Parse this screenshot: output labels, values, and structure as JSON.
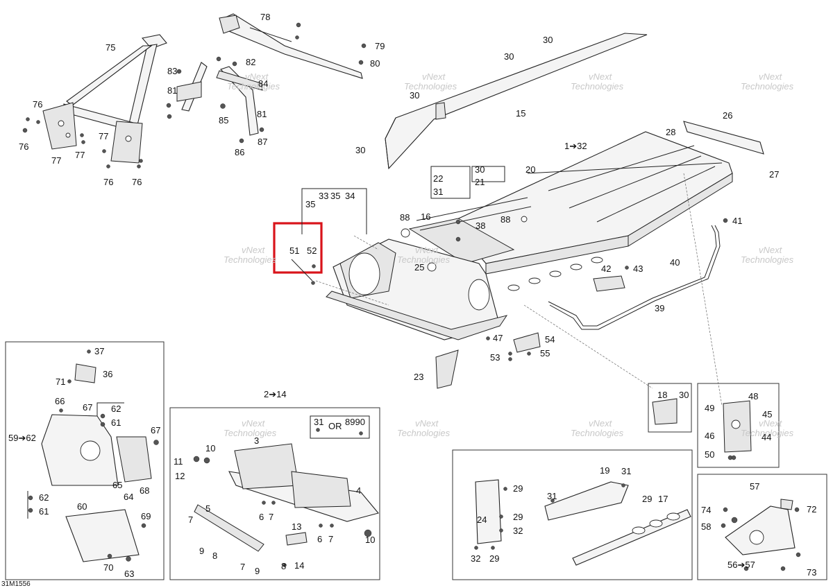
{
  "document_code": "31M1556",
  "watermark": {
    "line1": "vNext",
    "line2": "Technologies"
  },
  "callouts": [
    {
      "id": "c75",
      "text": "75"
    },
    {
      "id": "c78",
      "text": "78"
    },
    {
      "id": "c79",
      "text": "79"
    },
    {
      "id": "c80",
      "text": "80"
    },
    {
      "id": "c83",
      "text": "83"
    },
    {
      "id": "c82",
      "text": "82"
    },
    {
      "id": "c84",
      "text": "84"
    },
    {
      "id": "c81a",
      "text": "81"
    },
    {
      "id": "c81b",
      "text": "81"
    },
    {
      "id": "c85",
      "text": "85"
    },
    {
      "id": "c86",
      "text": "86"
    },
    {
      "id": "c87",
      "text": "87"
    },
    {
      "id": "c76a",
      "text": "76"
    },
    {
      "id": "c76b",
      "text": "76"
    },
    {
      "id": "c76c",
      "text": "76"
    },
    {
      "id": "c76d",
      "text": "76"
    },
    {
      "id": "c77a",
      "text": "77"
    },
    {
      "id": "c77b",
      "text": "77"
    },
    {
      "id": "c77c",
      "text": "77"
    },
    {
      "id": "c30a",
      "text": "30"
    },
    {
      "id": "c30b",
      "text": "30"
    },
    {
      "id": "c30c",
      "text": "30"
    },
    {
      "id": "c30d",
      "text": "30"
    },
    {
      "id": "c15",
      "text": "15"
    },
    {
      "id": "c26",
      "text": "26"
    },
    {
      "id": "c28",
      "text": "28"
    },
    {
      "id": "c27",
      "text": "27"
    },
    {
      "id": "c1_32",
      "text": "1➔32"
    },
    {
      "id": "c20",
      "text": "20"
    },
    {
      "id": "c22",
      "text": "22"
    },
    {
      "id": "c31a",
      "text": "31"
    },
    {
      "id": "c30e",
      "text": "30"
    },
    {
      "id": "c21",
      "text": "21"
    },
    {
      "id": "c33",
      "text": "33"
    },
    {
      "id": "c35a",
      "text": "35"
    },
    {
      "id": "c34",
      "text": "34"
    },
    {
      "id": "c35b",
      "text": "35"
    },
    {
      "id": "c88a",
      "text": "88"
    },
    {
      "id": "c16",
      "text": "16"
    },
    {
      "id": "c38",
      "text": "38"
    },
    {
      "id": "c88b",
      "text": "88"
    },
    {
      "id": "c41",
      "text": "41"
    },
    {
      "id": "c51",
      "text": "51"
    },
    {
      "id": "c52",
      "text": "52"
    },
    {
      "id": "c25",
      "text": "25"
    },
    {
      "id": "c42",
      "text": "42"
    },
    {
      "id": "c43",
      "text": "43"
    },
    {
      "id": "c40",
      "text": "40"
    },
    {
      "id": "c39",
      "text": "39"
    },
    {
      "id": "c47",
      "text": "47"
    },
    {
      "id": "c54",
      "text": "54"
    },
    {
      "id": "c53",
      "text": "53"
    },
    {
      "id": "c55",
      "text": "55"
    },
    {
      "id": "c23",
      "text": "23"
    },
    {
      "id": "c37",
      "text": "37"
    },
    {
      "id": "c36",
      "text": "36"
    },
    {
      "id": "c71",
      "text": "71"
    },
    {
      "id": "c66",
      "text": "66"
    },
    {
      "id": "c67a",
      "text": "67"
    },
    {
      "id": "c62a",
      "text": "62"
    },
    {
      "id": "c61a",
      "text": "61"
    },
    {
      "id": "c59_62",
      "text": "59➔62"
    },
    {
      "id": "c67b",
      "text": "67"
    },
    {
      "id": "c65",
      "text": "65"
    },
    {
      "id": "c64",
      "text": "64"
    },
    {
      "id": "c68",
      "text": "68"
    },
    {
      "id": "c62b",
      "text": "62"
    },
    {
      "id": "c61b",
      "text": "61"
    },
    {
      "id": "c60",
      "text": "60"
    },
    {
      "id": "c69",
      "text": "69"
    },
    {
      "id": "c70",
      "text": "70"
    },
    {
      "id": "c63",
      "text": "63"
    },
    {
      "id": "c2_14",
      "text": "2➔14"
    },
    {
      "id": "c31b",
      "text": "31"
    },
    {
      "id": "cOR",
      "text": "OR"
    },
    {
      "id": "c89_90",
      "text": "8990"
    },
    {
      "id": "c10a",
      "text": "10"
    },
    {
      "id": "c3",
      "text": "3"
    },
    {
      "id": "c11",
      "text": "11"
    },
    {
      "id": "c12",
      "text": "12"
    },
    {
      "id": "c4",
      "text": "4"
    },
    {
      "id": "c6a",
      "text": "6"
    },
    {
      "id": "c7a",
      "text": "7"
    },
    {
      "id": "c5",
      "text": "5"
    },
    {
      "id": "c7b",
      "text": "7"
    },
    {
      "id": "c13",
      "text": "13"
    },
    {
      "id": "c6b",
      "text": "6"
    },
    {
      "id": "c7c",
      "text": "7"
    },
    {
      "id": "c10b",
      "text": "10"
    },
    {
      "id": "c9a",
      "text": "9"
    },
    {
      "id": "c8a",
      "text": "8"
    },
    {
      "id": "c7d",
      "text": "7"
    },
    {
      "id": "c9b",
      "text": "9"
    },
    {
      "id": "c8b",
      "text": "8"
    },
    {
      "id": "c14",
      "text": "14"
    },
    {
      "id": "c18",
      "text": "18"
    },
    {
      "id": "c30f",
      "text": "30"
    },
    {
      "id": "c48",
      "text": "48"
    },
    {
      "id": "c49",
      "text": "49"
    },
    {
      "id": "c45",
      "text": "45"
    },
    {
      "id": "c46",
      "text": "46"
    },
    {
      "id": "c44",
      "text": "44"
    },
    {
      "id": "c50",
      "text": "50"
    },
    {
      "id": "c19",
      "text": "19"
    },
    {
      "id": "c31c",
      "text": "31"
    },
    {
      "id": "c29a",
      "text": "29"
    },
    {
      "id": "c31d",
      "text": "31"
    },
    {
      "id": "c24",
      "text": "24"
    },
    {
      "id": "c29b",
      "text": "29"
    },
    {
      "id": "c32a",
      "text": "32"
    },
    {
      "id": "c29c",
      "text": "29"
    },
    {
      "id": "c17",
      "text": "17"
    },
    {
      "id": "c32b",
      "text": "32"
    },
    {
      "id": "c29d",
      "text": "29"
    },
    {
      "id": "c57",
      "text": "57"
    },
    {
      "id": "c74",
      "text": "74"
    },
    {
      "id": "c72",
      "text": "72"
    },
    {
      "id": "c58",
      "text": "58"
    },
    {
      "id": "c56_57",
      "text": "56➔57"
    },
    {
      "id": "c73",
      "text": "73"
    }
  ]
}
